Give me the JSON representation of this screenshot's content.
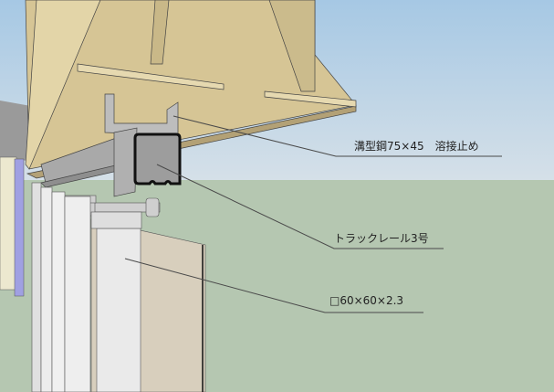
{
  "labels": {
    "channel_steel": "溝型鋼75×45　溶接止め",
    "track_rail": "トラックレール3号",
    "square_pipe": "□60×60×2.3"
  },
  "colors": {
    "sky_top": "#a6c8e4",
    "sky_bottom": "#d5e0e8",
    "ground": "#b5c7b1",
    "beam": "#d6c595",
    "beam_shadow": "#b3a176",
    "steel": "#a9a9a9",
    "panel": "#eaeaea",
    "panel_tan": "#d8cfbd",
    "wall_purple": "#a0a0e2",
    "wall_cream": "#ece8cf"
  }
}
